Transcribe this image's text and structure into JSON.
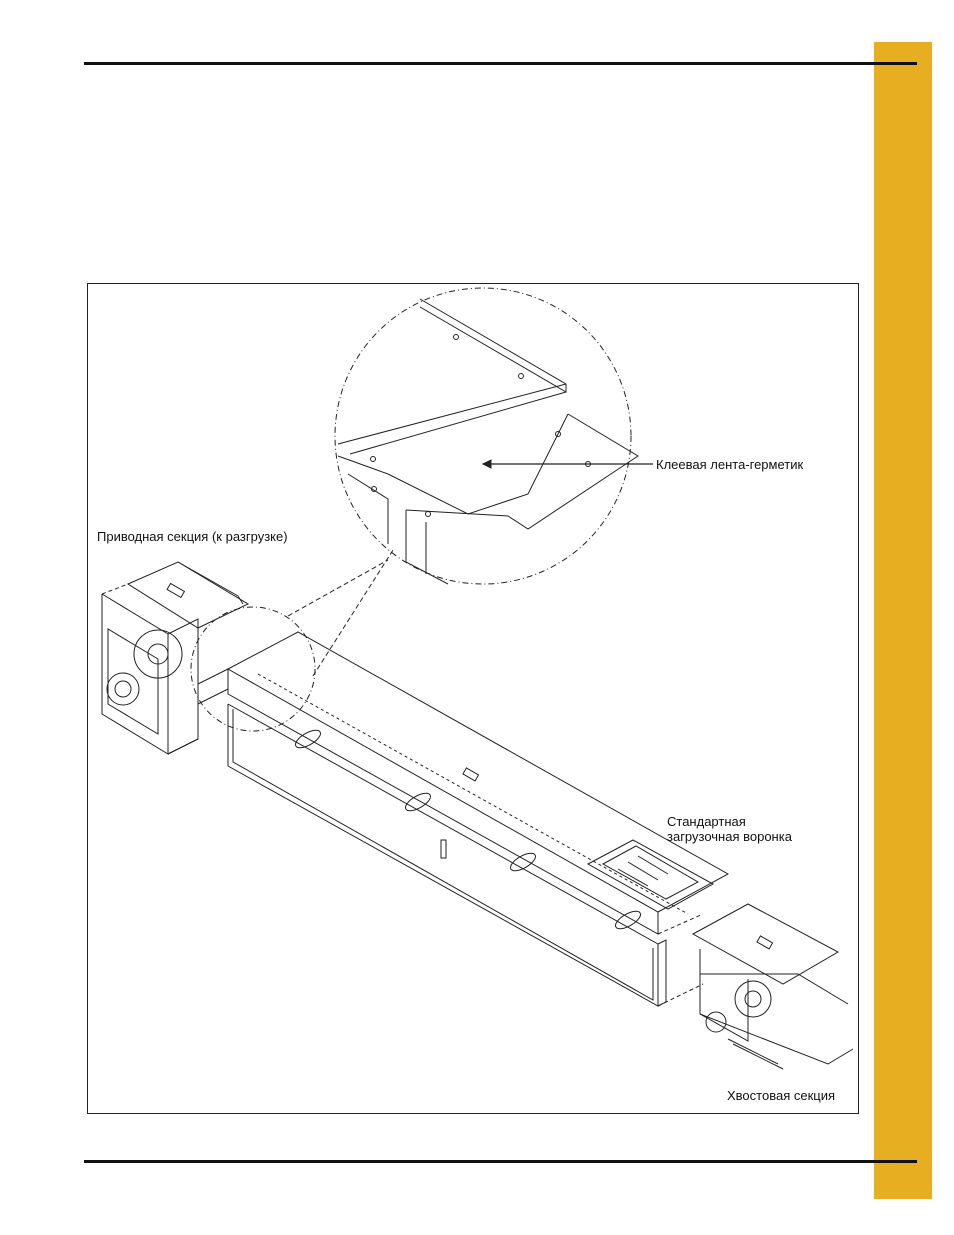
{
  "page": {
    "accent_color": "#E8AE22",
    "rule_color": "#111111"
  },
  "figure": {
    "labels": {
      "drive_section": "Приводная секция (к разгрузке)",
      "sealant_tape": "Клеевая лента-герметик",
      "standard_inlet_line1": "Стандартная",
      "standard_inlet_line2": "загрузочная воронка",
      "tail_section": "Хвостовая секция"
    }
  }
}
